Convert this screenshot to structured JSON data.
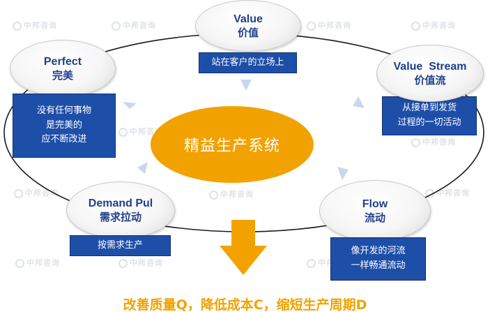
{
  "watermark": "中邦咨询",
  "center_label": "精益生产系统",
  "nodes": [
    {
      "en": "Value",
      "zh": "价值",
      "note": [
        "站在客户的立场上"
      ]
    },
    {
      "en": "Value  Stream",
      "zh": "价值流",
      "note": [
        "从接单到发货",
        "过程的一切活动"
      ]
    },
    {
      "en": "Flow",
      "zh": "流动",
      "note": [
        "像开发的河流",
        "一样畅通流动"
      ]
    },
    {
      "en": "Demand Pul",
      "zh": "需求拉动",
      "note": [
        "按需求生产"
      ]
    },
    {
      "en": "Perfect",
      "zh": "完美",
      "note": [
        "没有任何事物",
        "是完美的",
        "应不断改进"
      ]
    }
  ],
  "goal_text": "改善质量Q，降低成本C，缩短生产周期D",
  "colors": {
    "accent": "#f2a200",
    "node_text": "#1f3e8c",
    "note_fill": "#1e4fa8",
    "arrow_light": "#c9d7ec"
  }
}
